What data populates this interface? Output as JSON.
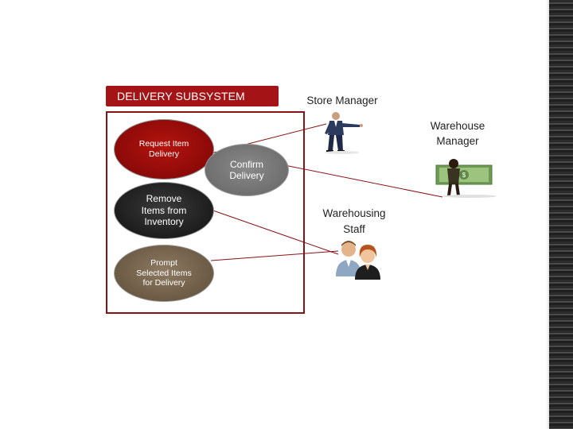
{
  "system": {
    "title": "DELIVERY SUBSYSTEM"
  },
  "use_cases": {
    "request_delivery": "Request Item\nDelivery",
    "confirm_delivery": "Confirm\nDelivery",
    "remove_items": "Remove\nItems from\nInventory",
    "prompt_items": "Prompt\nSelected Items\nfor  Delivery"
  },
  "actors": {
    "store_manager": "Store Manager",
    "warehouse_manager": "Warehouse\nManager",
    "warehousing_staff": "Warehousing\nStaff"
  },
  "colors": {
    "title_bar": "#a41417",
    "system_border": "#8a1116",
    "connector": "#8a1116"
  }
}
